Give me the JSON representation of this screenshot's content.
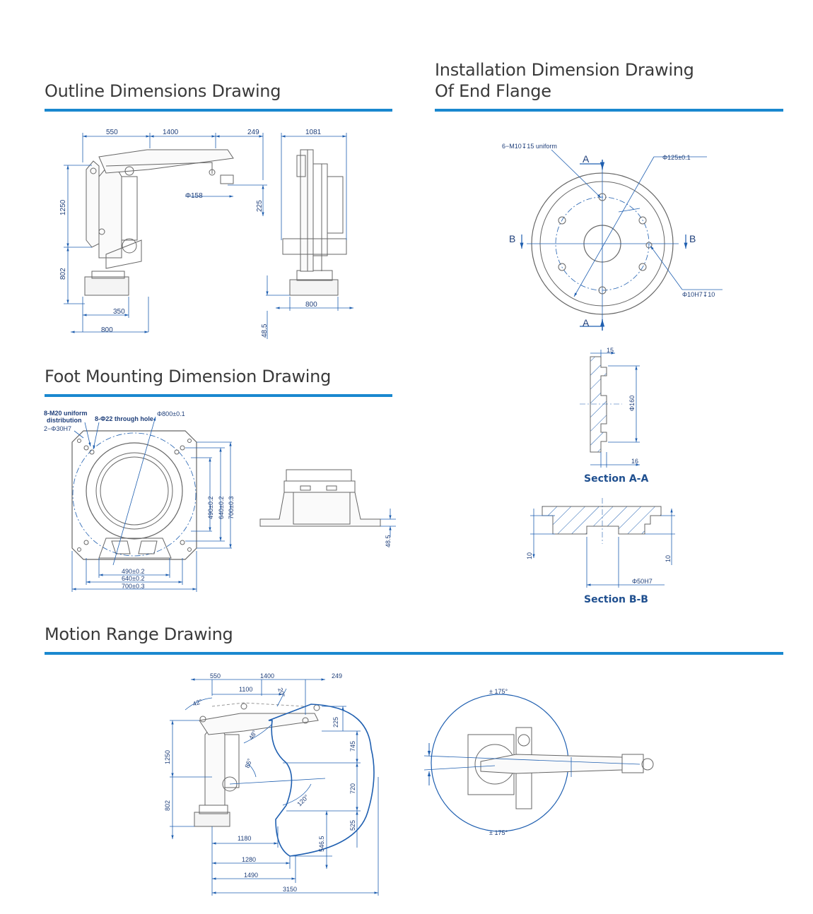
{
  "sections": {
    "outline": {
      "title": "Outline Dimensions Drawing"
    },
    "flange": {
      "title_line1": "Installation Dimension Drawing",
      "title_line2": "Of End Flange"
    },
    "foot": {
      "title": "Foot Mounting Dimension Drawing"
    },
    "motion": {
      "title": "Motion Range Drawing"
    }
  },
  "outline_dims": {
    "d550": "550",
    "d1400": "1400",
    "d249": "249",
    "d1081": "1081",
    "phi158": "Φ158",
    "d225": "225",
    "d1250": "1250",
    "d802": "802",
    "d350": "350",
    "d800a": "800",
    "d800b": "800",
    "d48_5": "48.5"
  },
  "flange_dims": {
    "holes": "6−M10↧15 uniform",
    "phi125": "Φ125±0.1",
    "phi10": "Φ10H7↧10",
    "A": "A",
    "B": "B",
    "s15": "15",
    "s160": "Φ160",
    "s16": "16",
    "section_aa": "Section A-A",
    "s10a": "10",
    "s10b": "10",
    "phi50": "Φ50H7",
    "section_bb": "Section B-B"
  },
  "foot_dims": {
    "m20": "8-M20 uniform",
    "distribution": "distribution",
    "phi30": "2−Φ30H7",
    "phi22": "8-Φ22 through hole",
    "phi800": "Φ800±0.1",
    "v490": "490±0.2",
    "v640": "640±0.2",
    "v700": "700±0.3",
    "h490": "490±0.2",
    "h640": "640±0.2",
    "h700": "700±0.3",
    "d48_5": "48.5"
  },
  "motion_dims": {
    "d550": "550",
    "d1400": "1400",
    "d249": "249",
    "d1100": "1100",
    "a20": "20°",
    "a42": "42°",
    "a48": "48°",
    "a85": "85°",
    "a120": "120°",
    "d225": "225",
    "d745": "745",
    "d720": "720",
    "d525": "525",
    "d546_5": "546.5",
    "d1250": "1250",
    "d802": "802",
    "d1180": "1180",
    "d1280": "1280",
    "d1490": "1490",
    "d3150": "3150",
    "rot_top": "± 175°",
    "rot_bottom": "± 175°"
  }
}
